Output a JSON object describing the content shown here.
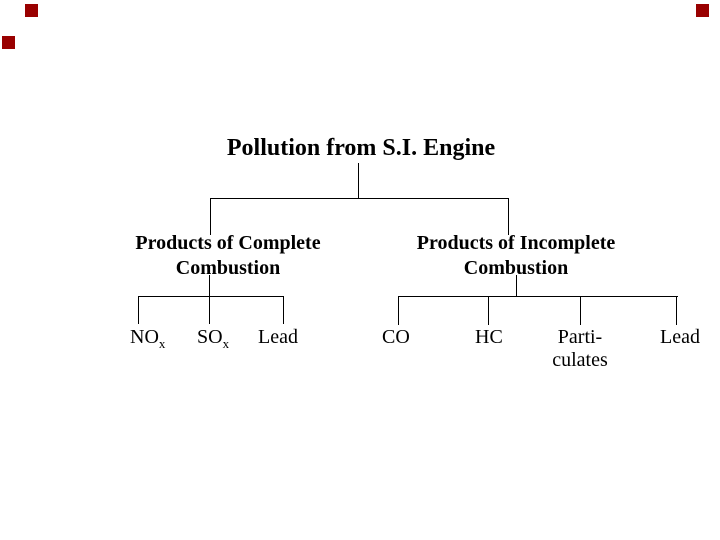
{
  "page": {
    "background_color": "#ffffff",
    "line_color": "#000000",
    "text_color": "#000000",
    "marker_color": "#990000"
  },
  "title": "Pollution from S.I. Engine",
  "branches": {
    "left": {
      "line1": "Products of Complete",
      "line2": "Combustion"
    },
    "right": {
      "line1": "Products of Incomplete",
      "line2": "Combustion"
    }
  },
  "leaves": {
    "left": [
      {
        "base": "NO",
        "sub": "x"
      },
      {
        "base": "SO",
        "sub": "x"
      },
      {
        "base": "Lead"
      }
    ],
    "right": [
      {
        "base": "CO"
      },
      {
        "base": "HC"
      },
      {
        "base": "Parti-",
        "line2": "culates"
      },
      {
        "base": "Lead"
      }
    ]
  }
}
